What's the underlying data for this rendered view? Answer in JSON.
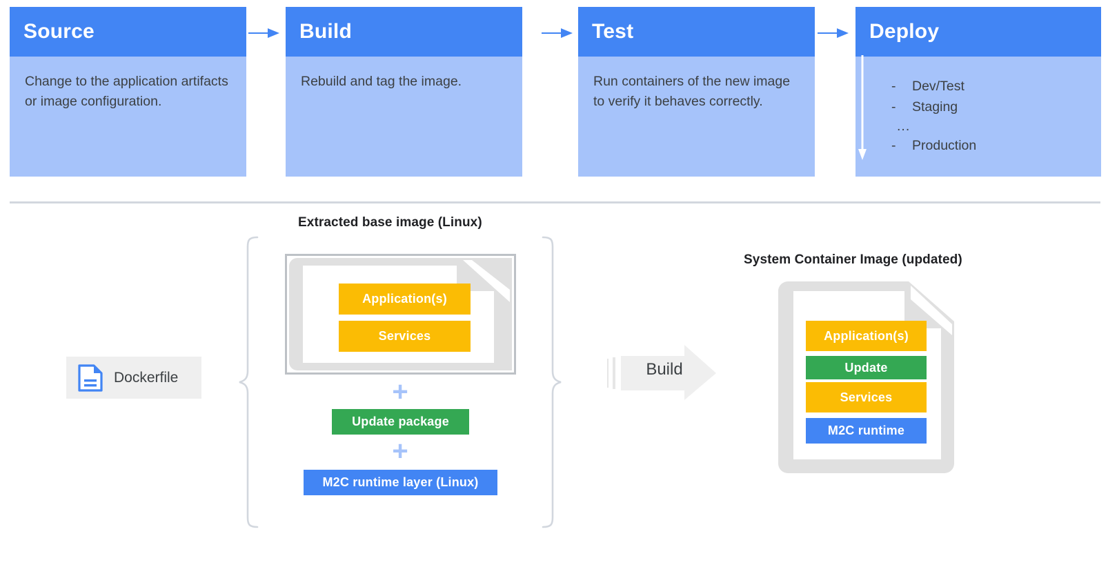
{
  "pipeline": {
    "cards": [
      {
        "title": "Source",
        "text": "Change to the application artifacts or image configuration."
      },
      {
        "title": "Build",
        "text": "Rebuild and tag the image."
      },
      {
        "title": "Test",
        "text": "Run containers of the new image to verify it behaves correctly."
      },
      {
        "title": "Deploy",
        "text": ""
      }
    ],
    "deploy_items": [
      {
        "marker": "-",
        "label": "Dev/Test"
      },
      {
        "marker": "-",
        "label": "Staging"
      },
      {
        "marker": "...",
        "label": ""
      },
      {
        "marker": "-",
        "label": "Production"
      }
    ],
    "arrow_icon": "arrow-right-icon"
  },
  "build_diagram": {
    "base_image_label": "Extracted base image (Linux)",
    "updated_image_label": "System Container Image (updated)",
    "dockerfile_label": "Dockerfile",
    "dockerfile_icon": "document-icon",
    "build_label": "Build",
    "plus_symbol": "+",
    "base_layers": [
      {
        "name": "Application(s)",
        "color": "#FBBC04"
      },
      {
        "name": "Services",
        "color": "#FBBC04"
      }
    ],
    "added_layers": [
      {
        "name": "Update package",
        "color": "#34A853"
      },
      {
        "name": "M2C runtime layer (Linux)",
        "color": "#4285F4"
      }
    ],
    "updated_layers": [
      {
        "name": "Application(s)",
        "color": "#FBBC04"
      },
      {
        "name": "Update",
        "color": "#34A853"
      },
      {
        "name": "Services",
        "color": "#FBBC04"
      },
      {
        "name": "M2C runtime",
        "color": "#4285F4"
      }
    ]
  },
  "colors": {
    "header_blue": "#4285F4",
    "body_blue": "#A6C3FA",
    "orange": "#FBBC04",
    "green": "#34A853",
    "blue": "#4285F4",
    "gray_border": "#BDC1C6",
    "gray_fill": "#E0E0E0",
    "divider": "#D2D7DE"
  }
}
